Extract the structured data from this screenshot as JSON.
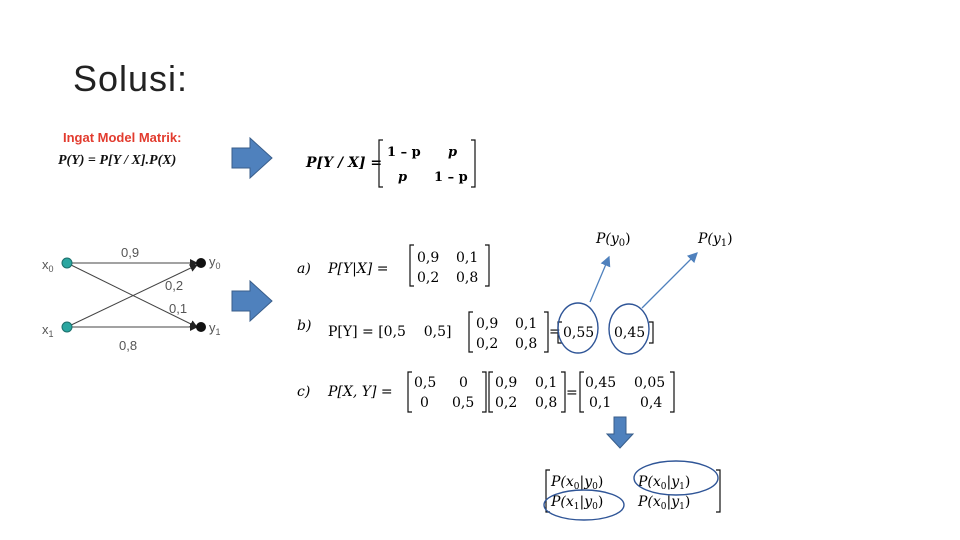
{
  "slide": {
    "title": "Solusi:",
    "reminder_title": "Ingat Model Matrik:",
    "formula": "P(Y) = P[Y / X].P(X)",
    "matrix_label": "P[Y / X] =",
    "matrix_model": [
      "1 – p",
      "p",
      "p",
      "1 – p"
    ]
  },
  "channel": {
    "inputs": [
      "x",
      "x"
    ],
    "input_subs": [
      "0",
      "1"
    ],
    "outputs": [
      "y",
      "y"
    ],
    "output_subs": [
      "0",
      "1"
    ],
    "edge_labels": [
      "0,9",
      "0,2",
      "0,1",
      "0,8"
    ]
  },
  "solution": {
    "a_label": "a)",
    "a_lhs": "P[Y|X] =",
    "a_matrix": [
      "0,9",
      "0,1",
      "0,2",
      "0,8"
    ],
    "b_label": "b)",
    "b_lhs": "P[Y] = [0,5    0,5]",
    "b_matrix": [
      "0,9",
      "0,1",
      "0,2",
      "0,8"
    ],
    "b_result": [
      "0,55",
      "0,45"
    ],
    "c_label": "c)",
    "c_lhs": "P[X, Y] =",
    "c_matrix1": [
      "0,5",
      "0",
      "0",
      "0,5"
    ],
    "c_matrix2": [
      "0,9",
      "0,1",
      "0,2",
      "0,8"
    ],
    "c_result": [
      "0,45",
      "0,05",
      "0,1",
      "0,4"
    ],
    "py0": "P(y",
    "py1": "P(y",
    "py_subs": [
      "0",
      "1"
    ],
    "posterior": [
      {
        "x": "0",
        "y": "0"
      },
      {
        "x": "0",
        "y": "1"
      },
      {
        "x": "1",
        "y": "0"
      },
      {
        "x": "0",
        "y": "1"
      }
    ]
  },
  "colors": {
    "arrow_fill": "#4f81bd",
    "arrow_stroke": "#385d8a",
    "ellipse": "#2f5597",
    "node_teal": "#2aa6a0",
    "reminder_red": "#e23b2e"
  },
  "icons": [
    "right-arrow-icon",
    "down-arrow-icon"
  ]
}
